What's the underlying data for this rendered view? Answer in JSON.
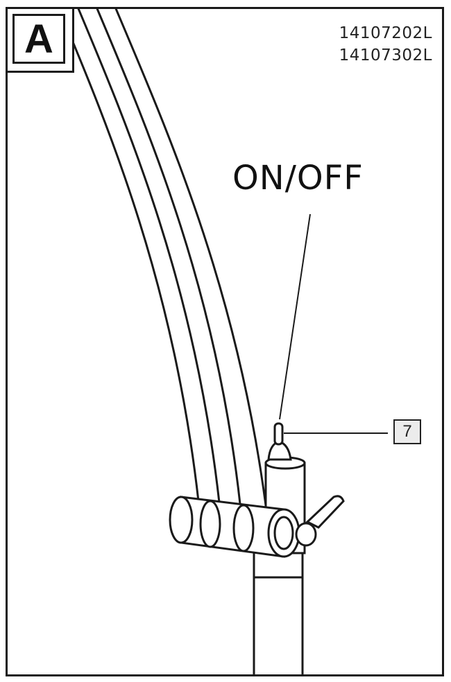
{
  "step": {
    "letter": "A"
  },
  "models": [
    "14107202L",
    "14107302L"
  ],
  "switch_label": "ON/OFF",
  "callout": {
    "part_number": "7"
  },
  "colors": {
    "line": "#1a1a1a",
    "fill": "#ffffff",
    "label_bg": "#ececec"
  }
}
